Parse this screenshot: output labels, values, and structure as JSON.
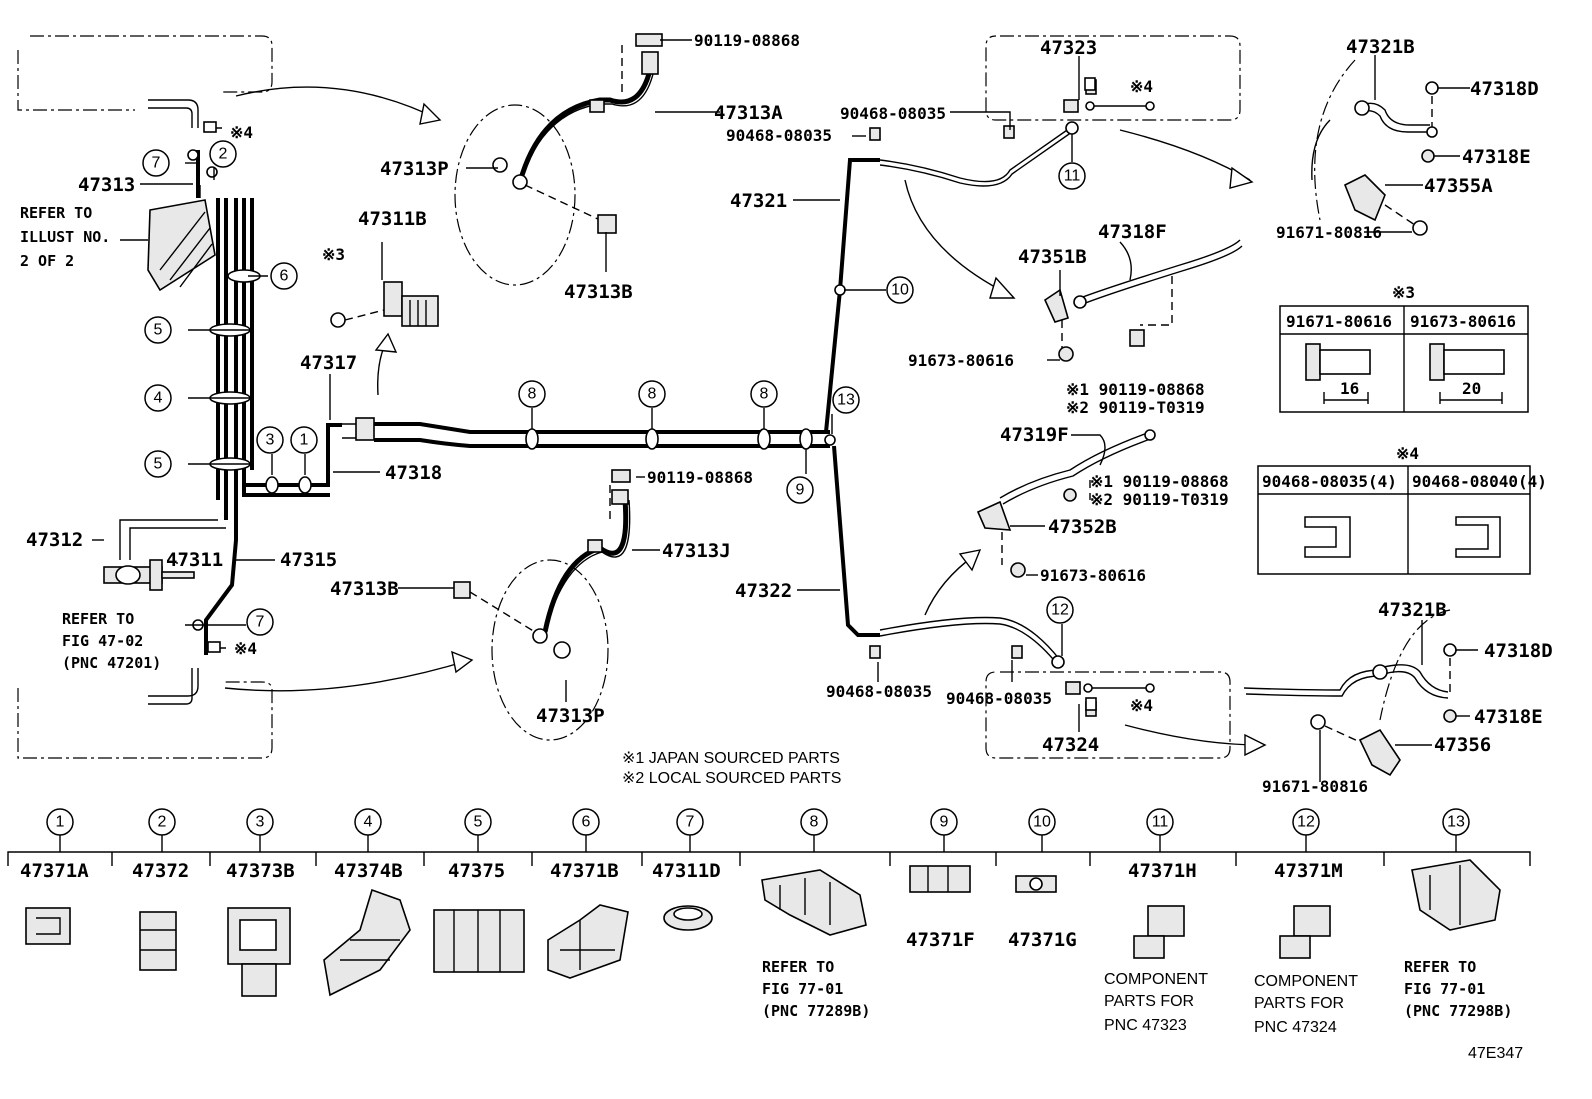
{
  "diagram_id": "47E347",
  "labels": {
    "p47313": "47313",
    "p47312": "47312",
    "p47311": "47311",
    "p47315": "47315",
    "p47317": "47317",
    "p47318": "47318",
    "p47311B": "47311B",
    "p47313P_top": "47313P",
    "p47313A": "47313A",
    "p47313B_top": "47313B",
    "p90119_top": "90119-08868",
    "p47313B_bot": "47313B",
    "p47313J": "47313J",
    "p47313P_bot": "47313P",
    "p90119_mid": "90119-08868",
    "p47321": "47321",
    "p47322": "47322",
    "p47323": "47323",
    "p90468_a": "90468-08035",
    "p90468_b": "90468-08035",
    "p90468_c": "90468-08035",
    "p90468_d": "90468-08035",
    "p47324": "47324",
    "p47321B_top": "47321B",
    "p47318D_top": "47318D",
    "p47318E_top": "47318E",
    "p47355A": "47355A",
    "p91671_top": "91671-80816",
    "p47351B": "47351B",
    "p47318F": "47318F",
    "p91673_a": "91673-80616",
    "p90119_j1": "※1 90119-08868",
    "p90119_l1": "※2 90119-T0319",
    "p47319F": "47319F",
    "p90119_j2": "※1 90119-08868",
    "p90119_l2": "※2 90119-T0319",
    "p47352B": "47352B",
    "p91673_b": "91673-80616",
    "p47321B_bot": "47321B",
    "p47318D_bot": "47318D",
    "p47318E_bot": "47318E",
    "p47356": "47356",
    "p91671_bot": "91671-80816",
    "refer_illust_1": "REFER TO",
    "refer_illust_2": "ILLUST NO.",
    "refer_illust_3": "2 OF 2",
    "refer_fig_1": "REFER TO",
    "refer_fig_2": "FIG 47-02",
    "refer_fig_3": "(PNC 47201)",
    "note_star3": "※3",
    "note_star4_a": "※4",
    "note_star4_b": "※4",
    "note_star4_c": "※4",
    "note_star4_d": "※4"
  },
  "footnotes": {
    "japan": "※1 JAPAN SOURCED PARTS",
    "local": "※2 LOCAL SOURCED PARTS"
  },
  "table_star3": {
    "title": "※3",
    "columns": [
      "91671-80616",
      "91673-80616"
    ],
    "dims": [
      "16",
      "20"
    ]
  },
  "table_star4": {
    "title": "※4",
    "columns": [
      "90468-08035(4)",
      "90468-08040(4)"
    ]
  },
  "callouts": [
    "1",
    "2",
    "3",
    "4",
    "5",
    "6",
    "7",
    "8",
    "9",
    "10",
    "11",
    "12",
    "13"
  ],
  "clamps": [
    {
      "num": "1",
      "part": "47371A",
      "note": ""
    },
    {
      "num": "2",
      "part": "47372",
      "note": ""
    },
    {
      "num": "3",
      "part": "47373B",
      "note": ""
    },
    {
      "num": "4",
      "part": "47374B",
      "note": ""
    },
    {
      "num": "5",
      "part": "47375",
      "note": ""
    },
    {
      "num": "6",
      "part": "47371B",
      "note": ""
    },
    {
      "num": "7",
      "part": "47311D",
      "note": ""
    },
    {
      "num": "8",
      "part": "",
      "note": "REFER TO|FIG 77-01|(PNC 77289B)"
    },
    {
      "num": "9",
      "part": "47371F",
      "note": ""
    },
    {
      "num": "10",
      "part": "47371G",
      "note": ""
    },
    {
      "num": "11",
      "part": "47371H",
      "note": "COMPONENT|PARTS FOR|PNC 47323"
    },
    {
      "num": "12",
      "part": "47371M",
      "note": "COMPONENT|PARTS FOR|PNC 47324"
    },
    {
      "num": "13",
      "part": "",
      "note": "REFER TO|FIG 77-01|(PNC 77298B)"
    }
  ]
}
